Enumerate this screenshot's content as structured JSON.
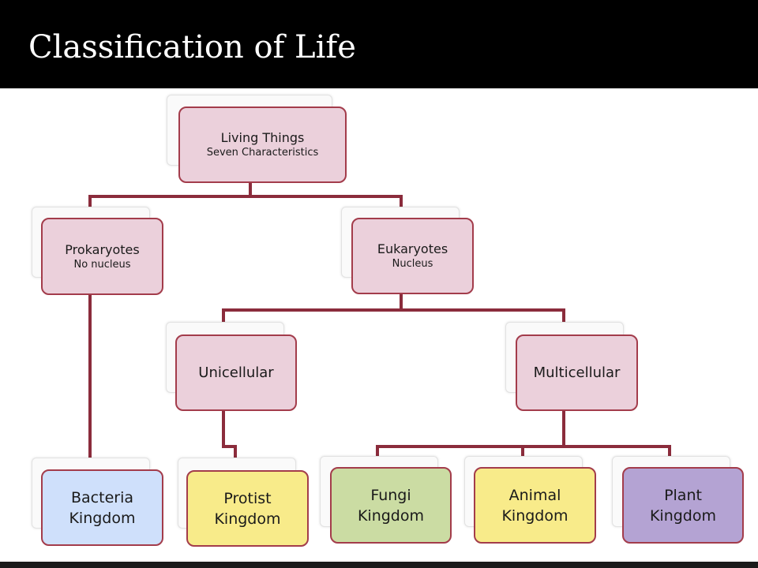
{
  "title": "Classification of Life",
  "colors": {
    "pink": "#ebd0db",
    "blue": "#cfe0fb",
    "yellow": "#f8eb8a",
    "green": "#cbdca3",
    "purple": "#b4a3d3",
    "border": "#a33c4b",
    "connector": "#8b2c3c"
  },
  "nodes": {
    "living_things": {
      "label": "Living Things",
      "sub": "Seven Characteristics"
    },
    "prokaryotes": {
      "label": "Prokaryotes",
      "sub": "No nucleus"
    },
    "eukaryotes": {
      "label": "Eukaryotes",
      "sub": "Nucleus"
    },
    "unicellular": {
      "label": "Unicellular"
    },
    "multicellular": {
      "label": "Multicellular"
    },
    "bacteria": {
      "line1": "Bacteria",
      "line2": "Kingdom"
    },
    "protist": {
      "line1": "Protist",
      "line2": "Kingdom"
    },
    "fungi": {
      "line1": "Fungi",
      "line2": "Kingdom"
    },
    "animal": {
      "line1": "Animal",
      "line2": "Kingdom"
    },
    "plant": {
      "line1": "Plant",
      "line2": "Kingdom"
    }
  }
}
